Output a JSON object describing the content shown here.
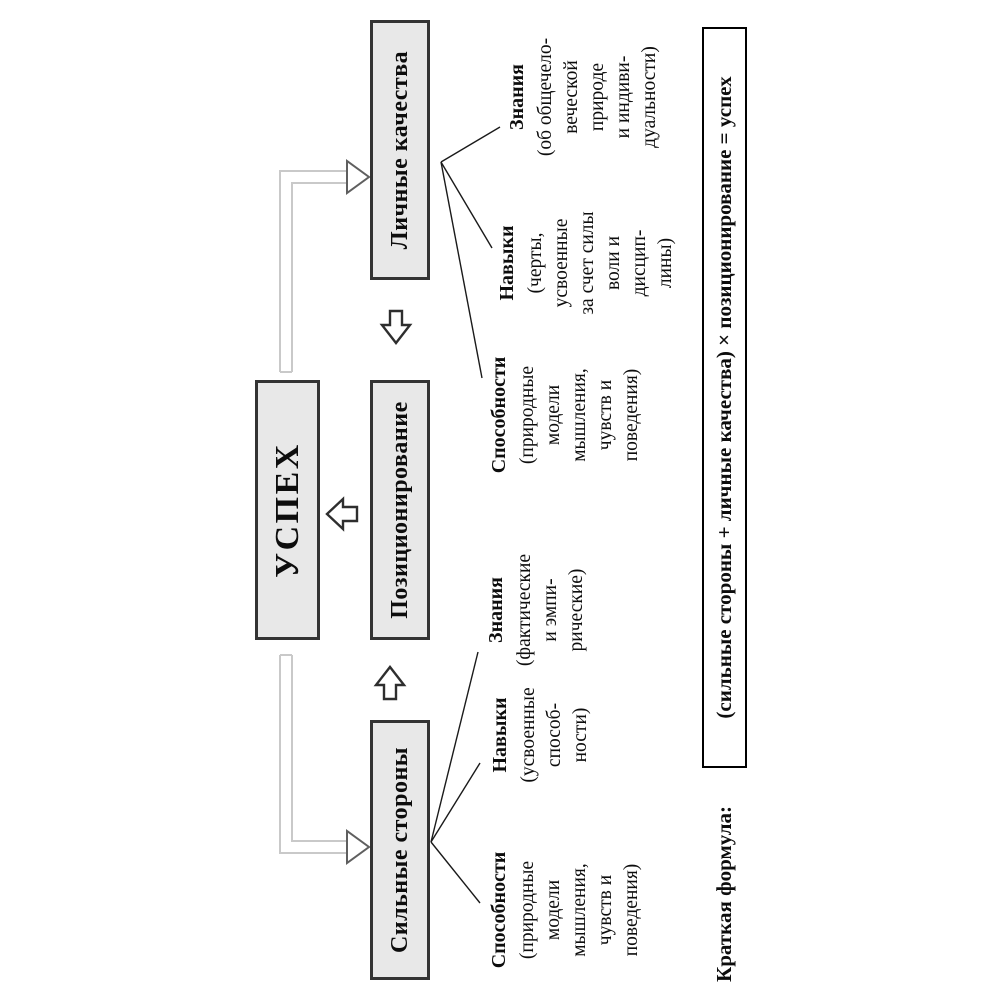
{
  "diagram": {
    "boxes": {
      "success": "УСПЕХ",
      "positioning": "Позиционирование",
      "personal_qualities": "Личные качества",
      "strengths": "Сильные стороны"
    },
    "strengths_children": [
      {
        "header": "Способности",
        "lines": [
          "(природные",
          "модели",
          "мышления,",
          "чувств и",
          "поведения)"
        ]
      },
      {
        "header": "Навыки",
        "lines": [
          "(усвоенные",
          "способ-",
          "ности)"
        ]
      },
      {
        "header": "Знания",
        "lines": [
          "(фактические",
          "и эмпи-",
          "рические)"
        ]
      }
    ],
    "personal_children": [
      {
        "header": "Способности",
        "lines": [
          "(природные",
          "модели",
          "мышления,",
          "чувств и",
          "поведения)"
        ]
      },
      {
        "header": "Навыки",
        "lines": [
          "(черты,",
          "усвоенные",
          "за счет силы",
          "воли и",
          "дисцип-",
          "лины)"
        ]
      },
      {
        "header": "Знания",
        "lines": [
          "(об общечело-",
          "веческой",
          "природе",
          "и индиви-",
          "дуальности)"
        ]
      }
    ],
    "formula": {
      "label": "Краткая формула:",
      "text": "(сильные стороны + личные качества) × позиционирование = успех"
    },
    "colors": {
      "box_fill": "#e8e8e8",
      "box_border": "#333333",
      "formula_border": "#000000",
      "fan_line": "#1a1a1a",
      "connector": "#c9c9c9",
      "connector_head": "#5f5f5f",
      "block_arrow": "#2e2e2e"
    }
  }
}
